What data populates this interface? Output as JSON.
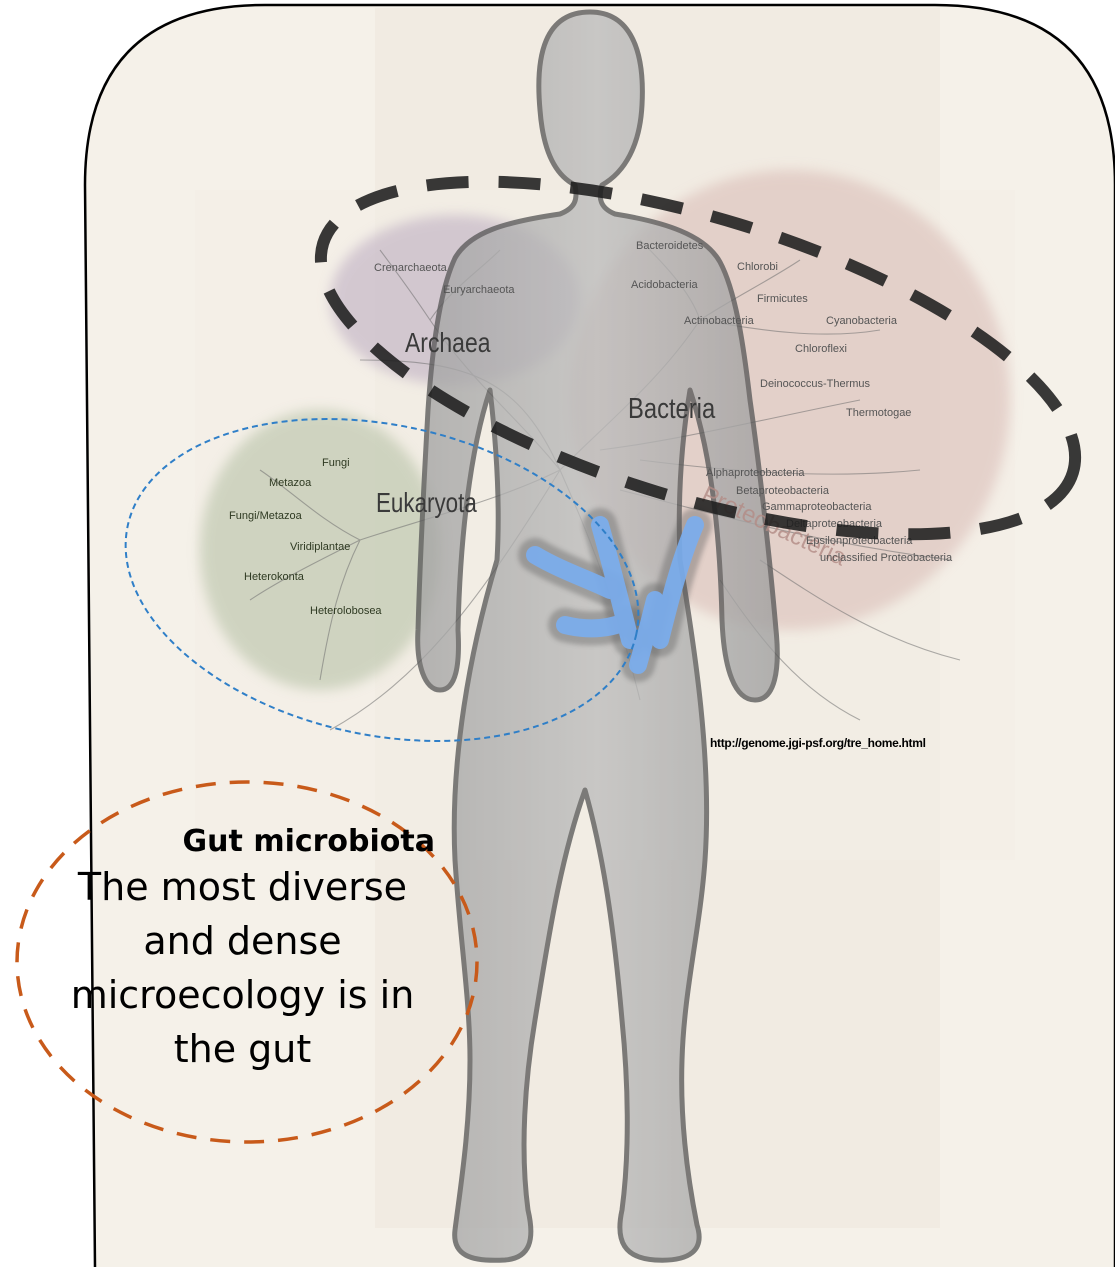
{
  "domains": {
    "archaea": "Archaea",
    "bacteria": "Bacteria",
    "eukaryota": "Eukaryota",
    "proteobacteria": "Proteobacteria"
  },
  "archaea_taxa": [
    "Crenarchaeota",
    "Euryarchaeota"
  ],
  "bacteria_taxa": [
    "Bacteroidetes",
    "Chlorobi",
    "Acidobacteria",
    "Firmicutes",
    "Actinobacteria",
    "Cyanobacteria",
    "Chloroflexi",
    "Deinococcus-Thermus",
    "Thermotogae"
  ],
  "proteobacteria_taxa": [
    "Alphaproteobacteria",
    "Betaproteobacteria",
    "Gammaproteobacteria",
    "Deltaproteobacteria",
    "Epsilonproteobacteria",
    "unclassified Proteobacteria"
  ],
  "eukaryota_taxa": [
    "Fungi",
    "Metazoa",
    "Fungi/Metazoa",
    "Viridiplantae",
    "Heterokonta",
    "Heterolobosea"
  ],
  "source_url": "http://genome.jgi-psf.org/tre_home.html",
  "caption": {
    "title": "Gut microbiota",
    "body": "The most diverse and dense microecology is in the gut"
  },
  "colors": {
    "panel_bg": "#f5f1e9",
    "archaea_blob": "#b9a9bf",
    "bacteria_blob": "#d8b9b4",
    "eukaryota_blob": "#b7c2a7",
    "body_fill": "#9c9c9c",
    "gut_highlight": "#7aaef0",
    "dash_dark": "#1e1e1e",
    "dash_blue": "#2f7fc8",
    "dash_orange": "#c85a1a"
  }
}
